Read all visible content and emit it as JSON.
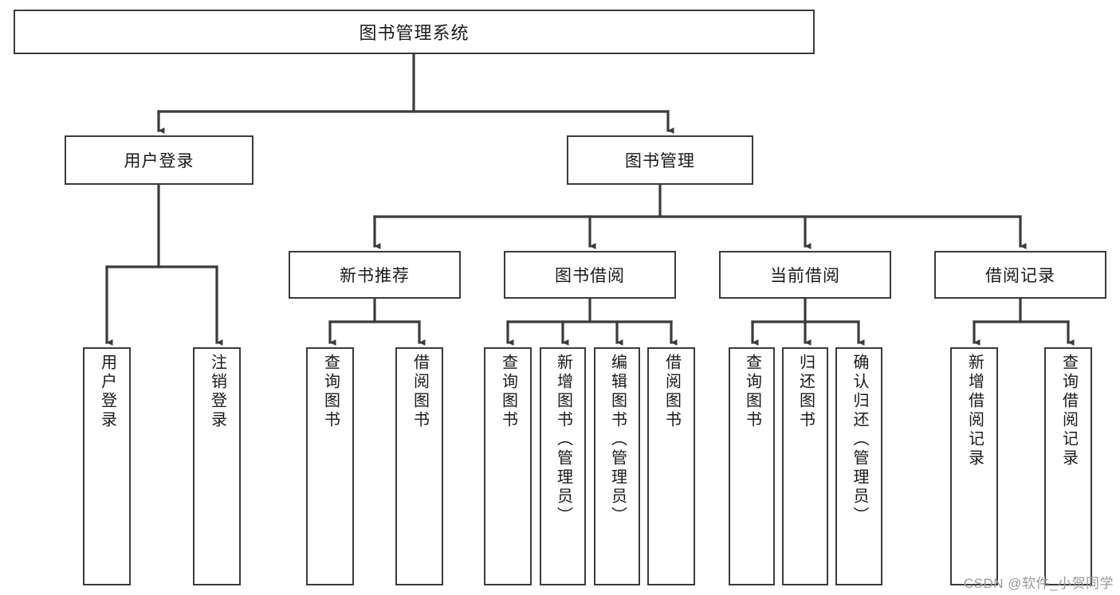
{
  "diagram": {
    "title": "图书管理系统",
    "type": "tree-hierarchy",
    "watermark": "CSDN @软件_小贺同学",
    "colors": {
      "background": "#ffffff",
      "box_border": "#3b3b3b",
      "box_fill": "#ffffff",
      "text": "#1a1a1a",
      "edge": "#3b3b3b",
      "watermark": "#9a9a9a"
    },
    "root": {
      "label": "图书管理系统"
    },
    "level2": [
      {
        "id": "user-login",
        "label": "用户登录"
      },
      {
        "id": "book-management",
        "label": "图书管理"
      }
    ],
    "level3": [
      {
        "id": "new-book-recommend",
        "label": "新书推荐",
        "parent": "book-management"
      },
      {
        "id": "book-borrow",
        "label": "图书借阅",
        "parent": "book-management"
      },
      {
        "id": "current-borrow",
        "label": "当前借阅",
        "parent": "book-management"
      },
      {
        "id": "borrow-record",
        "label": "借阅记录",
        "parent": "book-management"
      }
    ],
    "leaves": [
      {
        "id": "leaf-user-login",
        "label": "用户登录",
        "parent": "user-login"
      },
      {
        "id": "leaf-logout-login",
        "label": "注销登录",
        "parent": "user-login"
      },
      {
        "id": "leaf-query-book-1",
        "label": "查询图书",
        "parent": "new-book-recommend"
      },
      {
        "id": "leaf-borrow-book-1",
        "label": "借阅图书",
        "parent": "new-book-recommend"
      },
      {
        "id": "leaf-query-book-2",
        "label": "查询图书",
        "parent": "book-borrow"
      },
      {
        "id": "leaf-add-book",
        "label": "新增图书（管理员）",
        "parent": "book-borrow"
      },
      {
        "id": "leaf-edit-book",
        "label": "编辑图书（管理员）",
        "parent": "book-borrow"
      },
      {
        "id": "leaf-borrow-book-2",
        "label": "借阅图书",
        "parent": "book-borrow"
      },
      {
        "id": "leaf-query-book-3",
        "label": "查询图书",
        "parent": "current-borrow"
      },
      {
        "id": "leaf-return-book",
        "label": "归还图书",
        "parent": "current-borrow"
      },
      {
        "id": "leaf-confirm-return",
        "label": "确认归还（管理员）",
        "parent": "current-borrow"
      },
      {
        "id": "leaf-add-record",
        "label": "新增借阅记录",
        "parent": "borrow-record"
      },
      {
        "id": "leaf-query-record",
        "label": "查询借阅记录",
        "parent": "borrow-record"
      }
    ]
  }
}
